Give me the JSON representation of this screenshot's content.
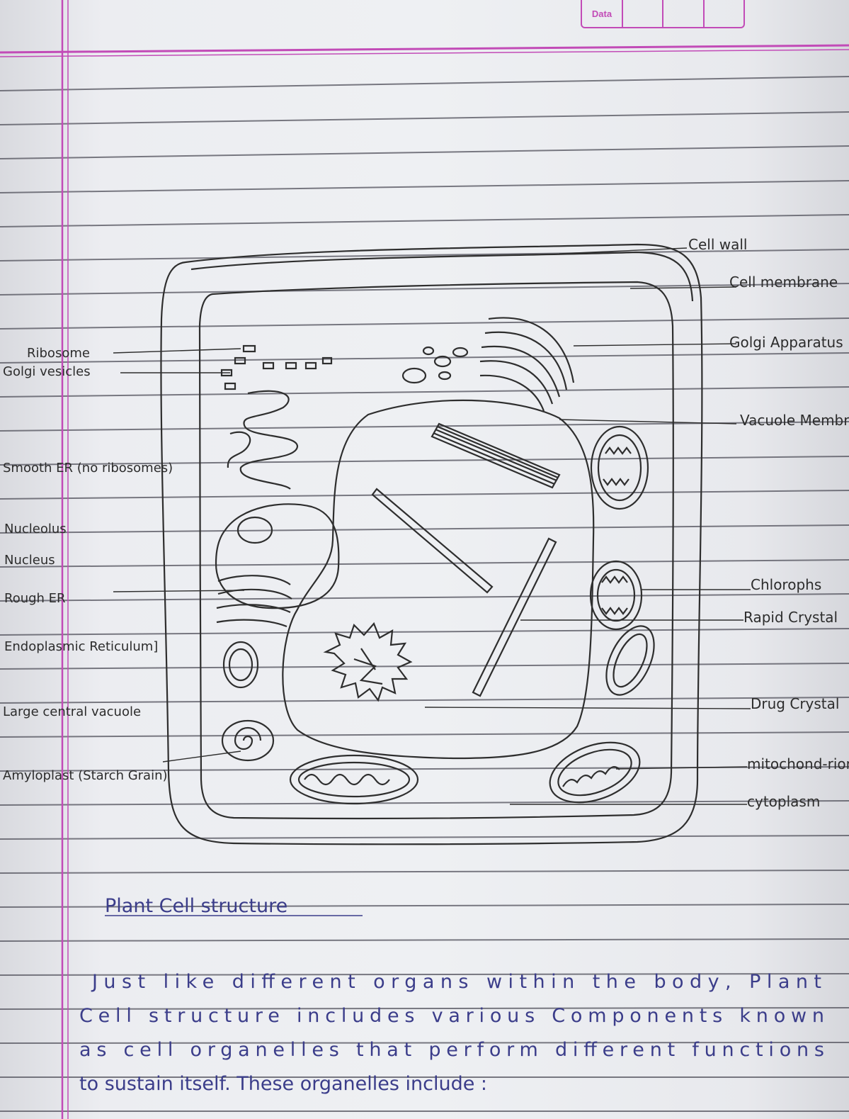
{
  "header": {
    "date_label": "Data"
  },
  "diagram": {
    "title": "Plant Cell structure",
    "labels_right": [
      "Cell wall",
      "Cell membrane",
      "Golgi Apparatus",
      "Vacuole Membrane",
      "Chlorophs",
      "Rapid Crystal",
      "Drug Crystal",
      "mitochond-rion",
      "cytoplasm"
    ],
    "labels_left": [
      "Ribosome",
      "Golgi vesicles",
      "Smooth ER (no ribosomes)",
      "Nucleolus",
      "Nucleus",
      "Rough ER",
      "Endoplasmic Reticulum]",
      "Large central vacuole",
      "Amyloplast (Starch Grain)"
    ]
  },
  "paragraph": [
    "Just like different organs within the body, Plant",
    "Cell structure includes various Components known",
    "as cell organelles that perform different functions",
    "to sustain itself. These organelles include :"
  ]
}
